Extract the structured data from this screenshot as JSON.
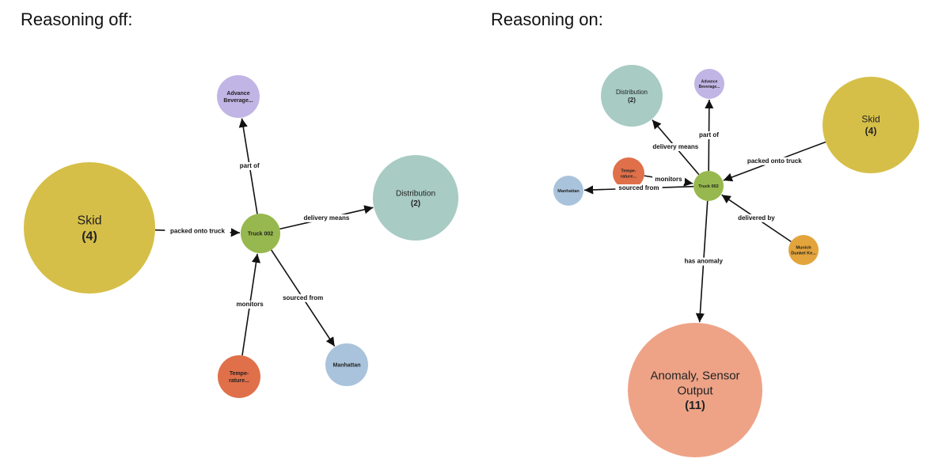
{
  "panels": [
    {
      "id": "off",
      "title": "Reasoning off:",
      "nodes": [
        {
          "id": "skid",
          "label": [
            "Skid"
          ],
          "count": "(4)",
          "color": "#d6bf48"
        },
        {
          "id": "truck",
          "label": [
            "Truck 002"
          ],
          "color": "#97b84e",
          "bold": true
        },
        {
          "id": "advance",
          "label": [
            "Advance",
            "Beverage..."
          ],
          "color": "#c1b5e5",
          "bold": true
        },
        {
          "id": "distribution",
          "label": [
            "Distribution"
          ],
          "count": "(2)",
          "color": "#a8cbc3"
        },
        {
          "id": "temp",
          "label": [
            "Tempe-",
            "rature..."
          ],
          "color": "#e0704a",
          "bold": true
        },
        {
          "id": "manhattan",
          "label": [
            "Manhattan"
          ],
          "color": "#aac3dc",
          "bold": true
        }
      ],
      "edges": [
        {
          "from": "skid",
          "to": "truck",
          "label": "packed onto truck"
        },
        {
          "from": "truck",
          "to": "advance",
          "label": "part of"
        },
        {
          "from": "truck",
          "to": "distribution",
          "label": "delivery means"
        },
        {
          "from": "temp",
          "to": "truck",
          "label": "monitors"
        },
        {
          "from": "truck",
          "to": "manhattan",
          "label": "sourced from"
        }
      ]
    },
    {
      "id": "on",
      "title": "Reasoning on:",
      "nodes": [
        {
          "id": "distribution",
          "label": [
            "Distribution"
          ],
          "count": "(2)",
          "color": "#a8cbc3"
        },
        {
          "id": "advance",
          "label": [
            "Advance",
            "Beverage..."
          ],
          "color": "#c1b5e5",
          "bold": true
        },
        {
          "id": "skid",
          "label": [
            "Skid"
          ],
          "count": "(4)",
          "color": "#d6bf48"
        },
        {
          "id": "temp",
          "label": [
            "Tempe-",
            "rature..."
          ],
          "color": "#e0704a",
          "bold": true
        },
        {
          "id": "manhattan",
          "label": [
            "Manhattan"
          ],
          "color": "#aac3dc",
          "bold": true
        },
        {
          "id": "truck",
          "label": [
            "Truck 002"
          ],
          "color": "#97b84e",
          "bold": true
        },
        {
          "id": "munich",
          "label": [
            "Munich",
            "Dunkel Ke..."
          ],
          "color": "#e3a43c",
          "bold": true
        },
        {
          "id": "anomaly",
          "label": [
            "Anomaly, Sensor",
            "Output"
          ],
          "count": "(11)",
          "color": "#eea387"
        }
      ],
      "edges": [
        {
          "from": "truck",
          "to": "distribution",
          "label": "delivery means"
        },
        {
          "from": "truck",
          "to": "advance",
          "label": "part of"
        },
        {
          "from": "skid",
          "to": "truck",
          "label": "packed onto truck"
        },
        {
          "from": "temp",
          "to": "truck",
          "label": "monitors"
        },
        {
          "from": "truck",
          "to": "manhattan",
          "label": "sourced from"
        },
        {
          "from": "munich",
          "to": "truck",
          "label": "delivered by"
        },
        {
          "from": "truck",
          "to": "anomaly",
          "label": "has anomaly"
        }
      ]
    }
  ]
}
